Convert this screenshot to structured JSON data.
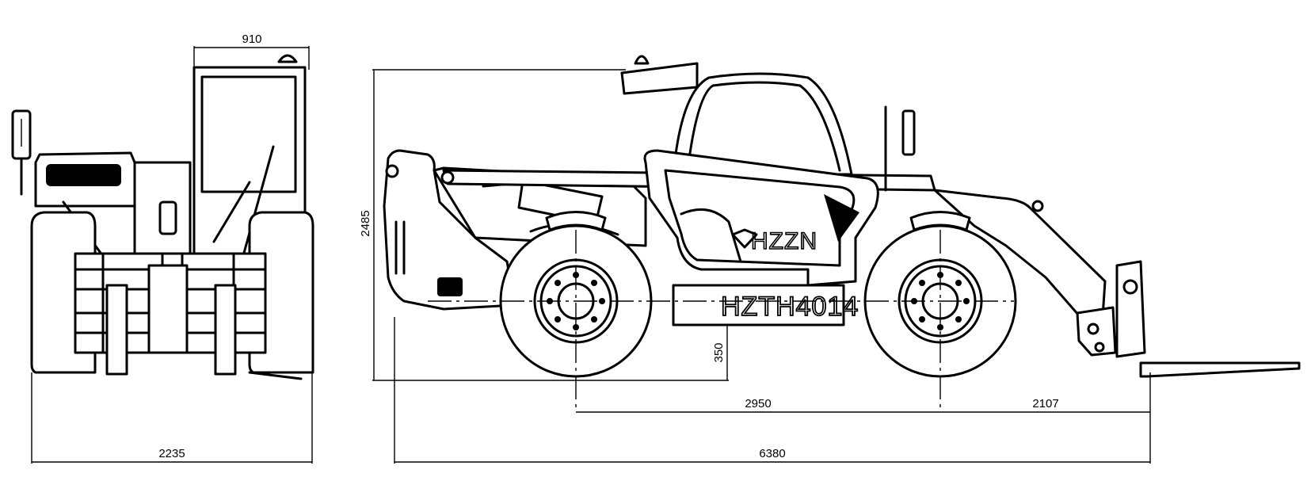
{
  "brand": "HZZN",
  "model": "HZTH4014",
  "dimensions": {
    "cab_width": "910",
    "overall_width": "2235",
    "overall_height": "2485",
    "ground_clearance": "350",
    "wheelbase": "2950",
    "front_overhang": "2107",
    "overall_length": "6380"
  },
  "colors": {
    "line": "#000000",
    "background": "#ffffff"
  }
}
